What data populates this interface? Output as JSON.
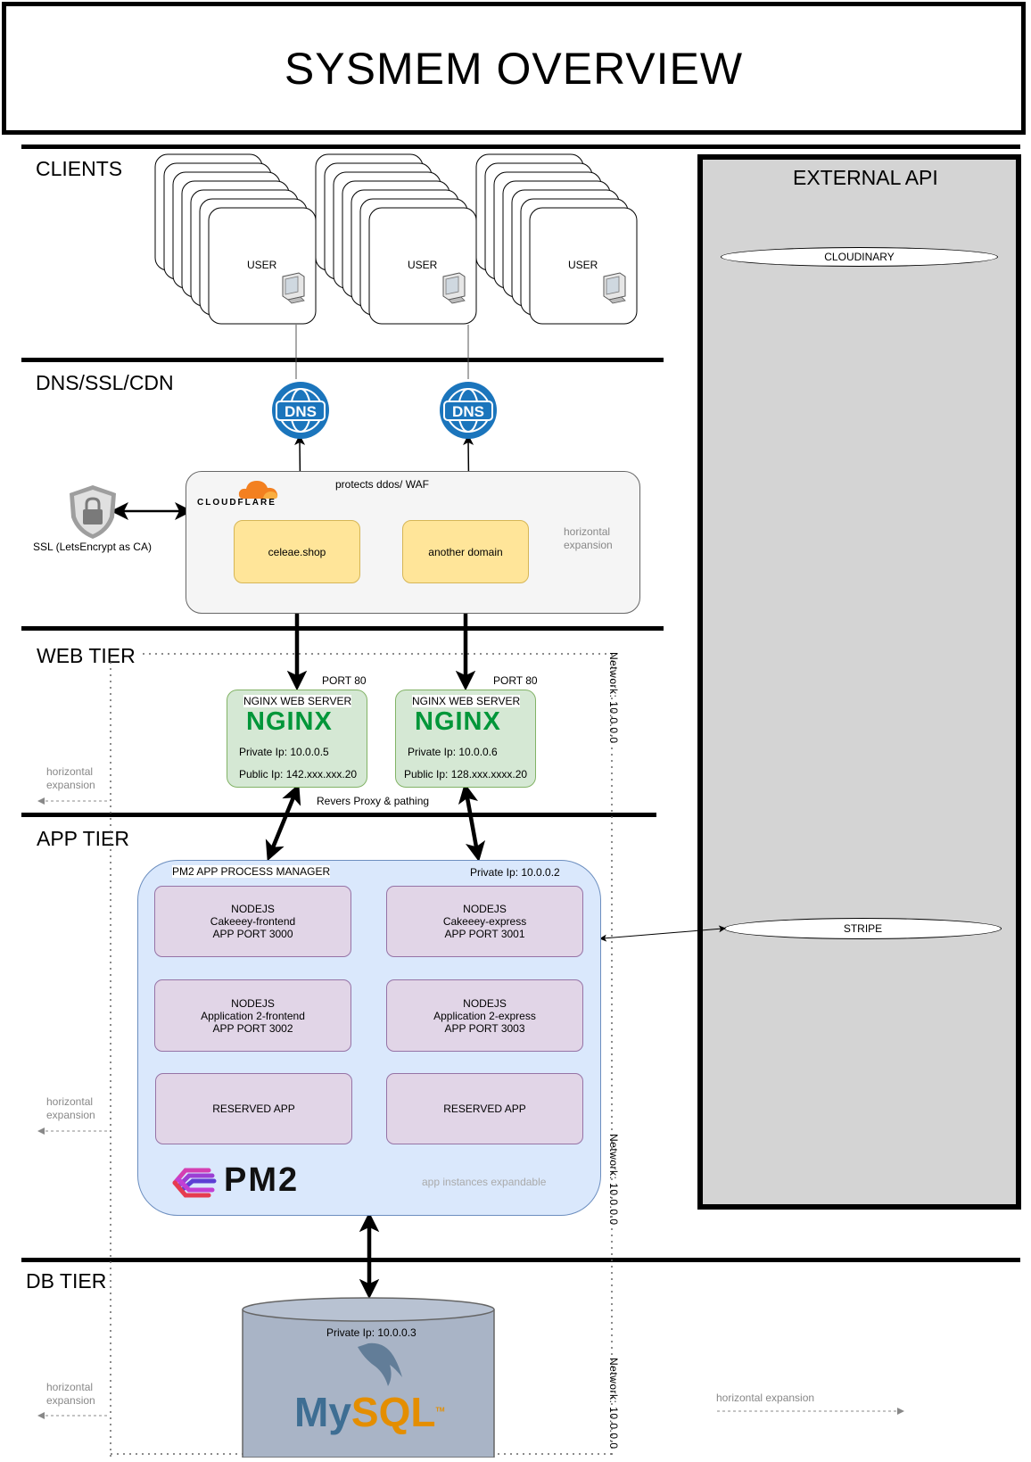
{
  "title": "SYSMEM OVERVIEW",
  "tiers": {
    "clients": "CLIENTS",
    "dns": "DNS/SSL/CDN",
    "web": "WEB TIER",
    "app": "APP TIER",
    "db": "DB TIER"
  },
  "external_api": {
    "title": "EXTERNAL API",
    "cloudinary": "CLOUDINARY",
    "stripe": "STRIPE"
  },
  "users": [
    "USER",
    "USER",
    "USER"
  ],
  "dns_label": "DNS",
  "cloudflare": {
    "brand": "CLOUDFLARE",
    "note": "protects ddos/ WAF",
    "domains": [
      "celeae.shop",
      "another domain"
    ],
    "expansion": "horizontal expansion"
  },
  "ssl_label": "SSL (LetsEncrypt as CA)",
  "web_tier": {
    "servers": [
      {
        "port": "PORT 80",
        "title": "NGINX WEB SERVER",
        "logo": "NGINX",
        "private_ip": "Private Ip: 10.0.0.5",
        "public_ip": "Public Ip: 142.xxx.xxx.20"
      },
      {
        "port": "PORT 80",
        "title": "NGINX WEB SERVER",
        "logo": "NGINX",
        "private_ip": "Private Ip: 10.0.0.6",
        "public_ip": "Public Ip: 128.xxx.xxxx.20"
      }
    ],
    "proxy_note": "Revers Proxy & pathing"
  },
  "network_label": "Network: 10.0.0.0",
  "horizontal_expansion": "horizontal expansion",
  "app_tier": {
    "pm2_title": "PM2 APP PROCESS MANAGER",
    "private_ip": "Private Ip: 10.0.0.2",
    "apps": [
      {
        "l1": "NODEJS",
        "l2": "Cakeeey-frontend",
        "l3": "APP PORT 3000"
      },
      {
        "l1": "NODEJS",
        "l2": "Cakeeey-express",
        "l3": "APP PORT 3001"
      },
      {
        "l1": "NODEJS",
        "l2": "Application 2-frontend",
        "l3": "APP PORT 3002"
      },
      {
        "l1": "NODEJS",
        "l2": "Application 2-express",
        "l3": "APP PORT 3003"
      },
      {
        "l1": "RESERVED APP",
        "l2": "",
        "l3": ""
      },
      {
        "l1": "RESERVED APP",
        "l2": "",
        "l3": ""
      }
    ],
    "logo": "PM2",
    "expandable": "app instances expandable"
  },
  "db_tier": {
    "private_ip": "Private Ip: 10.0.0.3",
    "logo_my": "My",
    "logo_sql": "SQL",
    "logo_tm": "TM"
  },
  "colors": {
    "external_bg": "#d4d4d4",
    "domain": "#ffe599",
    "nginx": "#d5e8d4",
    "pm2": "#dae8fc",
    "app": "#e1d5e7",
    "db": "#a9b4c6",
    "dns_blue": "#1b75bc",
    "nginx_green": "#009639"
  }
}
